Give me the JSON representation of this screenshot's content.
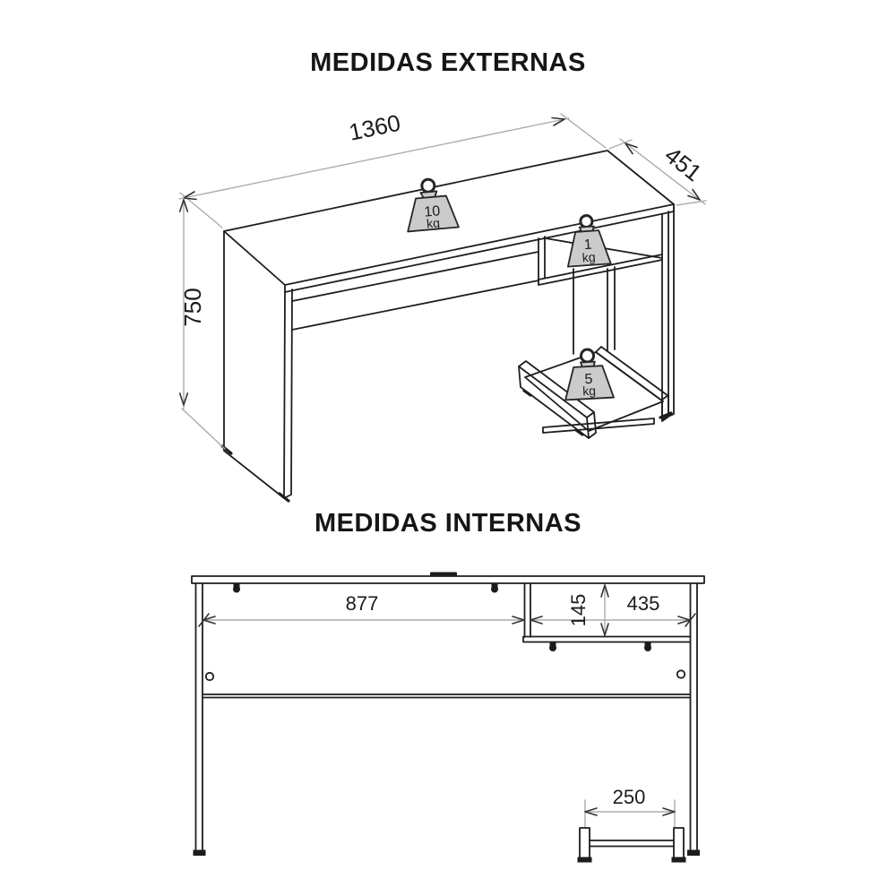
{
  "colors": {
    "background": "#ffffff",
    "outline": "#1f1f1f",
    "dimension_line": "#ababab",
    "dimension_text": "#1c1c1c",
    "weight_fill": "#cbcbcb"
  },
  "external": {
    "title": "MEDIDAS EXTERNAS",
    "dims": {
      "width": "1360",
      "depth": "451",
      "height": "750"
    },
    "weights": [
      {
        "location": "desktop",
        "value": "10",
        "unit": "kg"
      },
      {
        "location": "shelf",
        "value": "1",
        "unit": "kg"
      },
      {
        "location": "drawer",
        "value": "5",
        "unit": "kg"
      }
    ]
  },
  "internal": {
    "title": "MEDIDAS INTERNAS",
    "dims": {
      "opening_width": "877",
      "niche_height": "145",
      "niche_width": "435",
      "foot_width": "250"
    }
  }
}
